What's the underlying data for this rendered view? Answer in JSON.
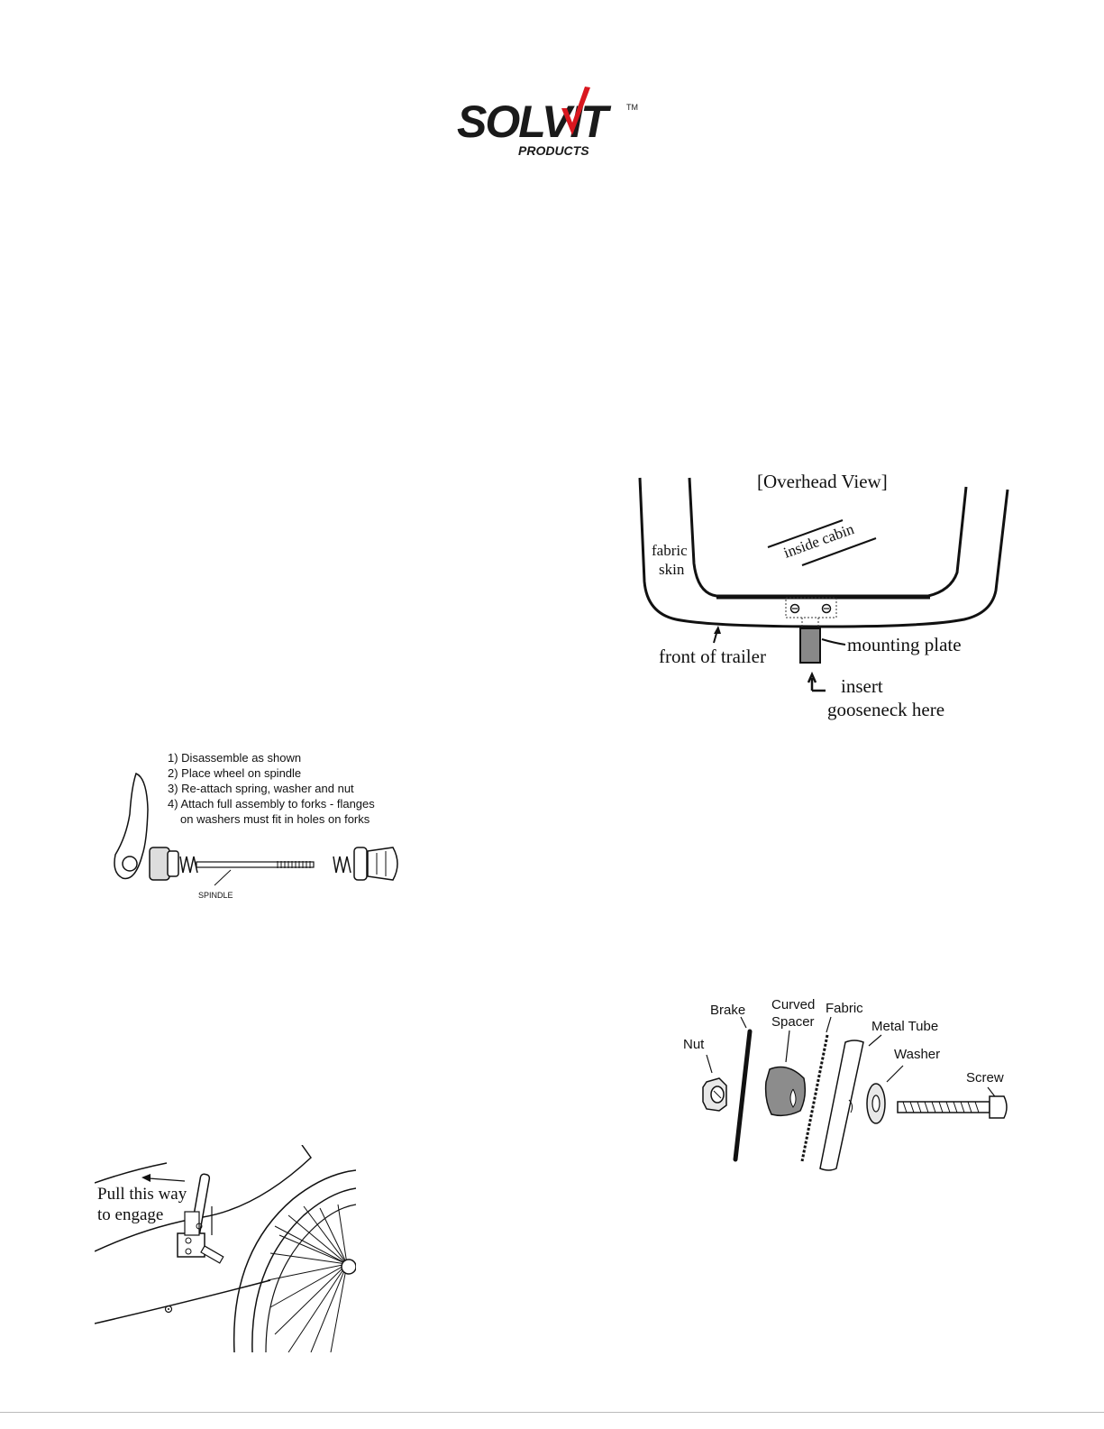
{
  "logo": {
    "brand": "SOLVIT",
    "tm": "TM",
    "sub": "PRODUCTS",
    "colors": {
      "text": "#1a1a1a",
      "accent": "#d9171f"
    }
  },
  "overhead": {
    "title": "[Overhead View]",
    "inside_cabin": "inside cabin",
    "fabric_skin_1": "fabric",
    "fabric_skin_2": "skin",
    "front_of_trailer": "front of trailer",
    "mounting_plate": "mounting plate",
    "insert_1": "insert",
    "insert_2": "gooseneck here"
  },
  "spindle": {
    "steps": [
      "1) Disassemble as shown",
      "2) Place wheel on spindle",
      "3) Re-attach spring, washer and nut",
      "4) Attach full assembly to forks - flanges",
      "on washers must fit in holes on forks"
    ],
    "label": "SPINDLE"
  },
  "brake_parts": {
    "brake": "Brake",
    "curved_1": "Curved",
    "curved_2": "Spacer",
    "fabric": "Fabric",
    "metal_tube": "Metal Tube",
    "nut": "Nut",
    "washer": "Washer",
    "screw": "Screw"
  },
  "engage": {
    "line1": "Pull this way",
    "line2": "to engage"
  }
}
